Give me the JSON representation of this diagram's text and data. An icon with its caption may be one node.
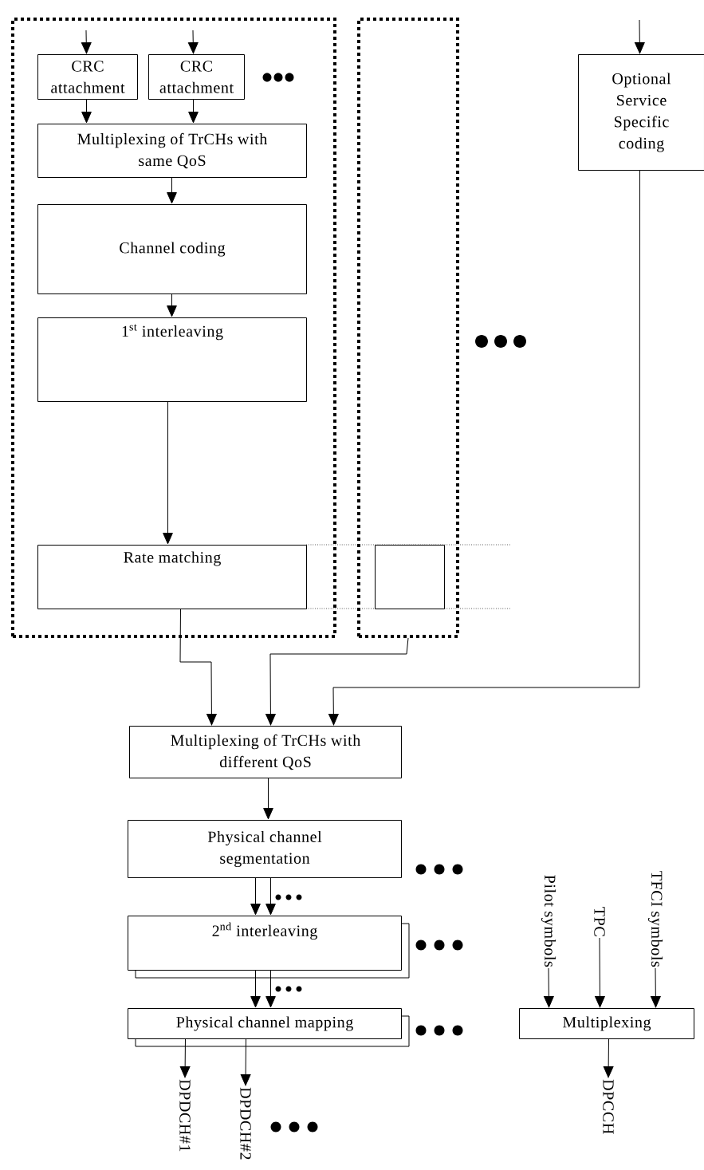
{
  "diagram": {
    "nodes": [
      {
        "text": [],
        "shape": "box"
      },
      {
        "text": [],
        "shape": "box"
      },
      {
        "text": [
          "CRC attachment"
        ],
        "in": 0
      },
      {
        "text": [
          "CRC attachment"
        ],
        "in": 0
      },
      {
        "text": [
          "Multiplexing of TrCHs with same QoS"
        ],
        "in": 0
      },
      {
        "text": [
          "Channel coding"
        ],
        "in": 0
      },
      {
        "text": [
          "1$^{st}$ interleaving"
        ],
        "in": 0
      },
      {
        "text": [
          "Rate matching"
        ],
        "in": 0
      },
      {
        "text": [],
        "shape": "box",
        "in": 1
      },
      {
        "text": [
          "Optional Service Specific coding"
        ]
      },
      {
        "text": [
          "Multiplexing of TrCHs with different QoS"
        ]
      },
      {
        "text": [
          "Physical channel segmentation"
        ]
      },
      {
        "text": [
          "2$^{nd}$ interleaving"
        ]
      },
      {
        "text": [
          "Physical channel mapping"
        ]
      },
      {
        "text": [
          "Multiplexing"
        ]
      },
      {
        "text": [
          "DPDCH#1"
        ]
      },
      {
        "text": [
          "DPDCH#2"
        ]
      },
      {
        "text": [
          "DPCCH"
        ]
      },
      {
        "text": [
          "Pilot symbols"
        ]
      },
      {
        "text": [
          "TPC"
        ]
      },
      {
        "text": [
          "TFCI symbols"
        ]
      }
    ],
    "edges": [
      {
        "from": null,
        "to": 2,
        "arrow": "to"
      },
      {
        "from": null,
        "to": 3,
        "arrow": "to"
      },
      {
        "from": 2,
        "to": 4,
        "arrow": "to"
      },
      {
        "from": 3,
        "to": 4,
        "arrow": "to"
      },
      {
        "from": 4,
        "to": 5,
        "arrow": "to"
      },
      {
        "from": 5,
        "to": 6,
        "arrow": "to"
      },
      {
        "from": 6,
        "to": 7,
        "arrow": "to"
      },
      {
        "from": null,
        "to": 9,
        "arrow": "to"
      },
      {
        "from": 7,
        "to": 10,
        "arrow": "to"
      },
      {
        "from": 1,
        "to": 10,
        "arrow": "to"
      },
      {
        "from": 9,
        "to": 10,
        "arrow": "to"
      },
      {
        "from": 10,
        "to": 11,
        "arrow": "to"
      },
      {
        "from": 11,
        "to": 12,
        "arrow": "to"
      },
      {
        "from": 11,
        "to": 12,
        "arrow": "to"
      },
      {
        "from": 12,
        "to": 13,
        "arrow": "to"
      },
      {
        "from": 12,
        "to": 13,
        "arrow": "to"
      },
      {
        "from": 13,
        "to": 15,
        "arrow": "to"
      },
      {
        "from": 13,
        "to": 16,
        "arrow": "to"
      },
      {
        "from": 18,
        "to": 14,
        "arrow": "to"
      },
      {
        "from": 19,
        "to": 14,
        "arrow": "to"
      },
      {
        "from": 20,
        "to": 14,
        "arrow": "to"
      },
      {
        "from": 14,
        "to": 17,
        "arrow": "to"
      }
    ]
  }
}
